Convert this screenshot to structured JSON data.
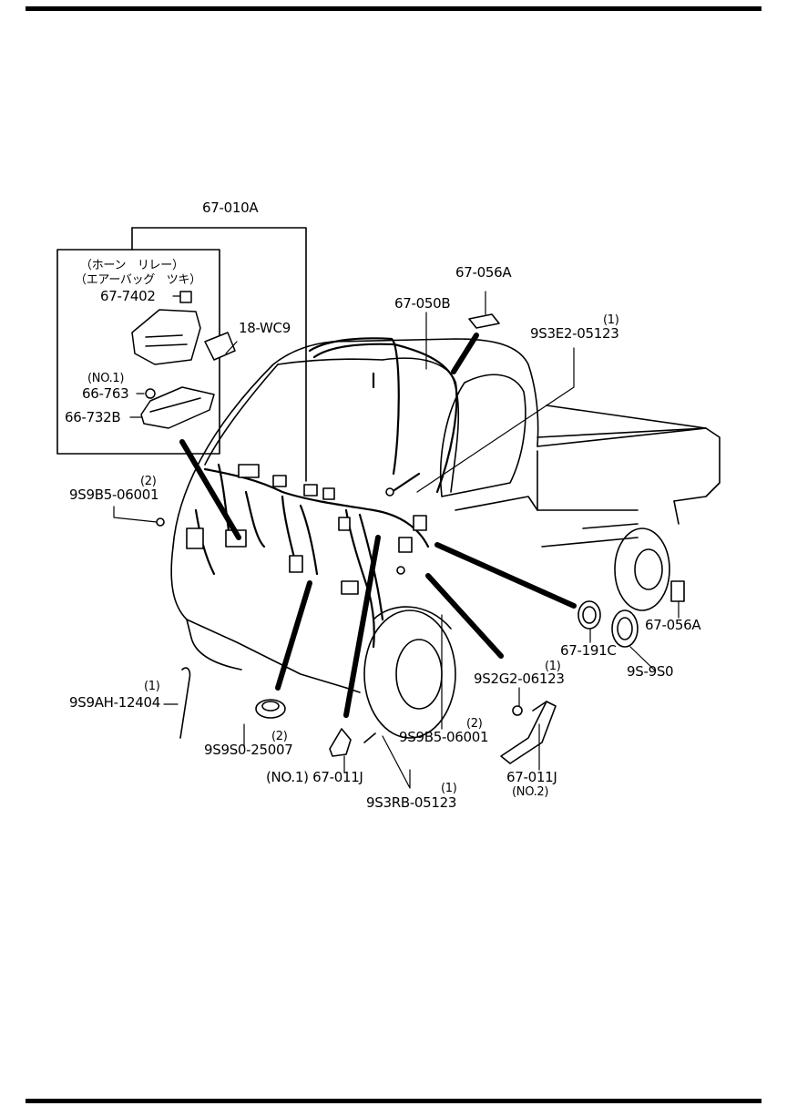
{
  "labels": {
    "main_harness": "67-010A",
    "jp_line1": "（ホーン　リレー）",
    "jp_line2": "（エアーバッグ　ツキ）",
    "relay": "67-7402",
    "fuse_box_cover": "18-WC9",
    "no1_a": "(NO.1)",
    "fuse_clip": "66-763",
    "fuse_box": "66-732B",
    "qty2_a": "(2)",
    "bolt_left": "9S9B5-06001",
    "roof_harness": "67-050B",
    "tape_top": "67-056A",
    "qty1_a": "(1)",
    "screw_top_right": "9S3E2-05123",
    "grommet_a": "67-191C",
    "tape_right": "67-056A",
    "grommet_b": "9S-9S0",
    "qty1_b": "(1)",
    "screw_mid_right": "9S2G2-06123",
    "qty2_b": "(2)",
    "bolt_mid": "9S9B5-06001",
    "bracket_no2": "67-011J",
    "no2": "(NO.2)",
    "qty1_c": "(1)",
    "screw_bottom": "9S3RB-05123",
    "bracket_no1": "(NO.1) 67-011J",
    "qty2_c": "(2)",
    "plug": "9S9S0-25007",
    "qty1_d": "(1)",
    "rod": "9S9AH-12404"
  }
}
